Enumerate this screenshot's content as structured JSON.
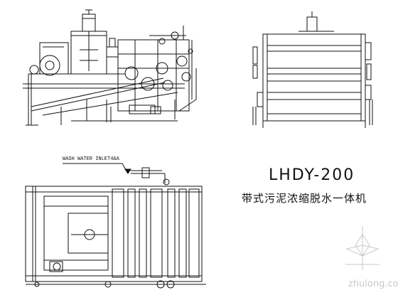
{
  "drawing": {
    "model_label": "LHDY-200",
    "description_label": "带式污泥浓缩脱水一体机",
    "callout_label": "WASH WATER INLET4&A"
  },
  "watermark": {
    "site_label": "zhulong.com"
  },
  "colors": {
    "line": "#111111",
    "background": "#ffffff",
    "watermark": "#c8c8c8"
  }
}
